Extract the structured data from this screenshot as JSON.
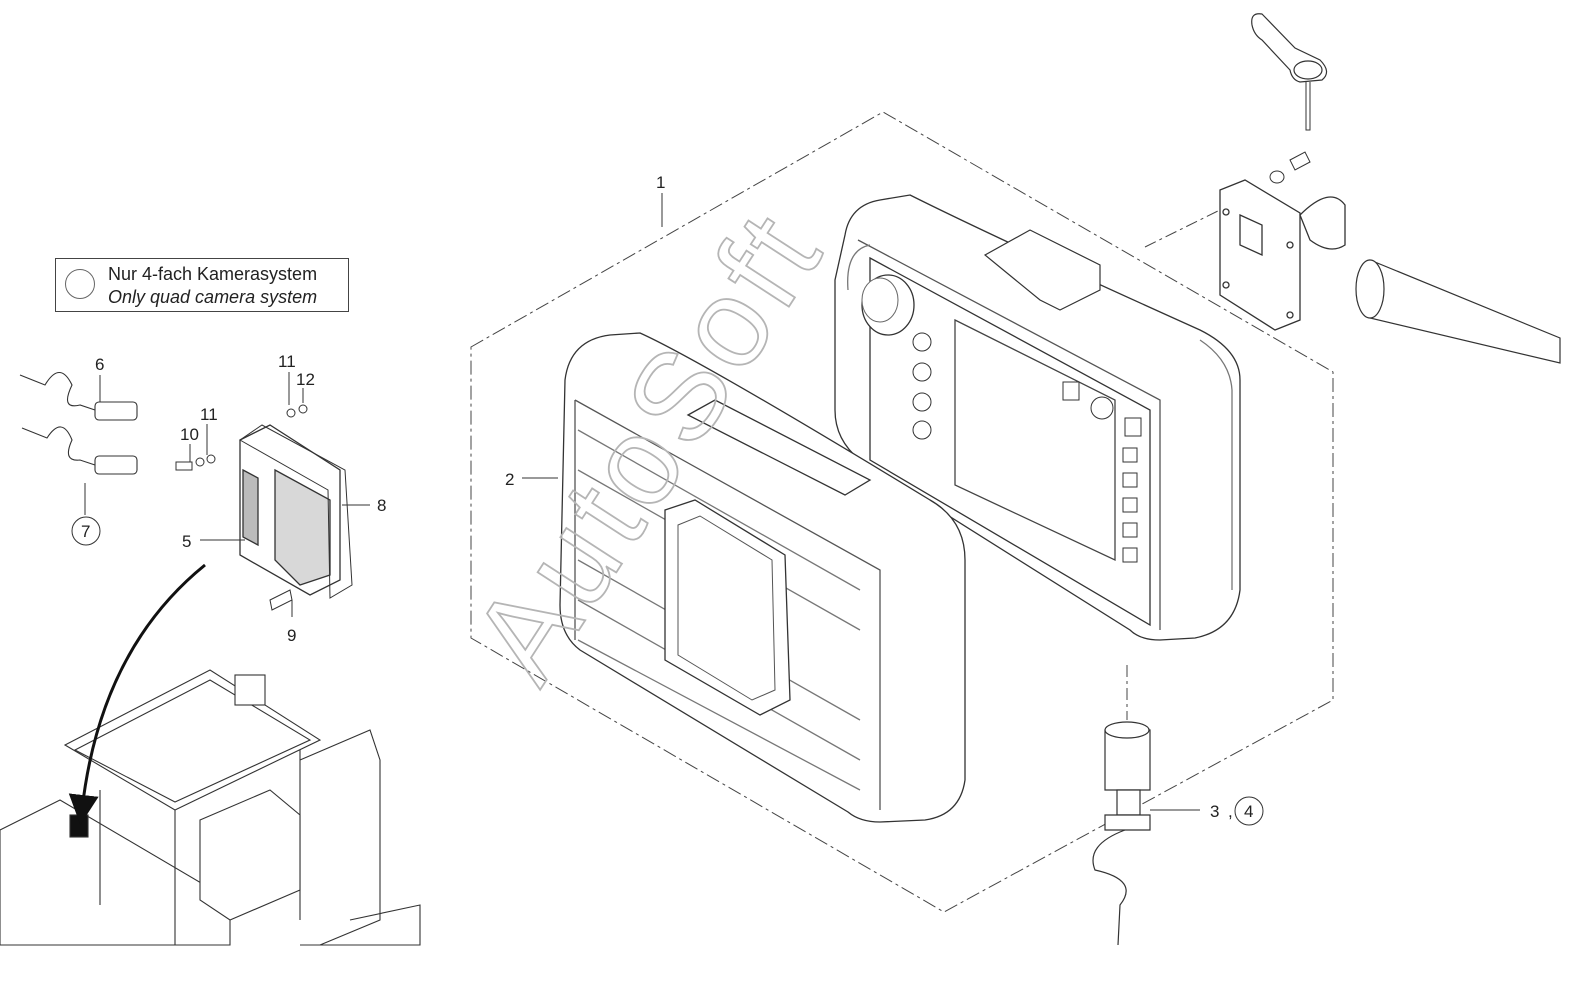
{
  "legend": {
    "line_de": "Nur 4-fach Kamerasystem",
    "line_en": "Only quad camera system"
  },
  "callouts": {
    "c1": "1",
    "c2": "2",
    "c3": "3",
    "c3_sep": ",",
    "c4": "4",
    "c5": "5",
    "c6": "6",
    "c7": "7",
    "c8": "8",
    "c9": "9",
    "c10": "10",
    "c11a": "11",
    "c11b": "11",
    "c12": "12"
  },
  "watermark": "AutoSoft",
  "colors": {
    "line": "#333333",
    "light": "#9a9a9a",
    "fill_dark": "#1a1a1a"
  }
}
